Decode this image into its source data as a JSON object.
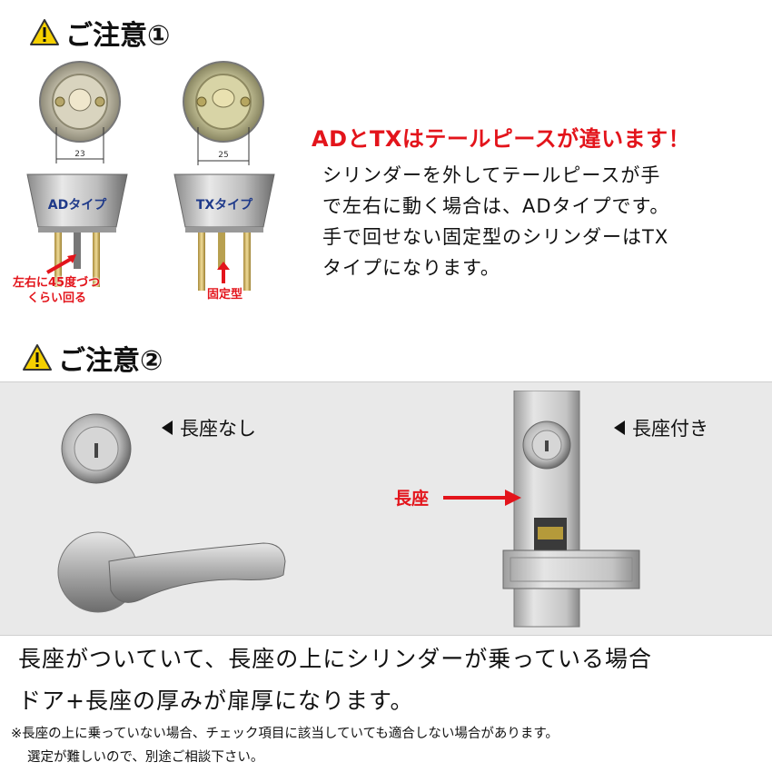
{
  "section1": {
    "heading": "ご注意①",
    "caliper_ad": "23",
    "caliper_tx": "25",
    "ad_label": "ADタイプ",
    "tx_label": "TXタイプ",
    "ad_note_line1": "左右に45度づつ",
    "ad_note_line2": "くらい回る",
    "tx_note": "固定型",
    "red_title": "ADとTXはテールピースが違います！",
    "body_lines": [
      "シリンダーを外してテールピースが手",
      "で左右に動く場合は、ADタイプです。",
      "手で回せない固定型のシリンダーはTX",
      "タイプになります。"
    ]
  },
  "section2": {
    "heading": "ご注意②",
    "label_without": "長座なし",
    "label_with": "長座付き",
    "arrow_label": "長座",
    "bottom_line1": "長座がついていて、長座の上にシリンダーが乗っている場合",
    "bottom_line2": "ドア+長座の厚みが扉厚になります。",
    "note_line1": "※長座の上に乗っていない場合、チェック項目に該当していても適合しない場合があります。",
    "note_line2": "選定が難しいので、別途ご相談下さい。"
  },
  "colors": {
    "accent_red": "#e3141b",
    "warning_yellow": "#f5d000",
    "panel_bg": "#e9e9e9"
  }
}
